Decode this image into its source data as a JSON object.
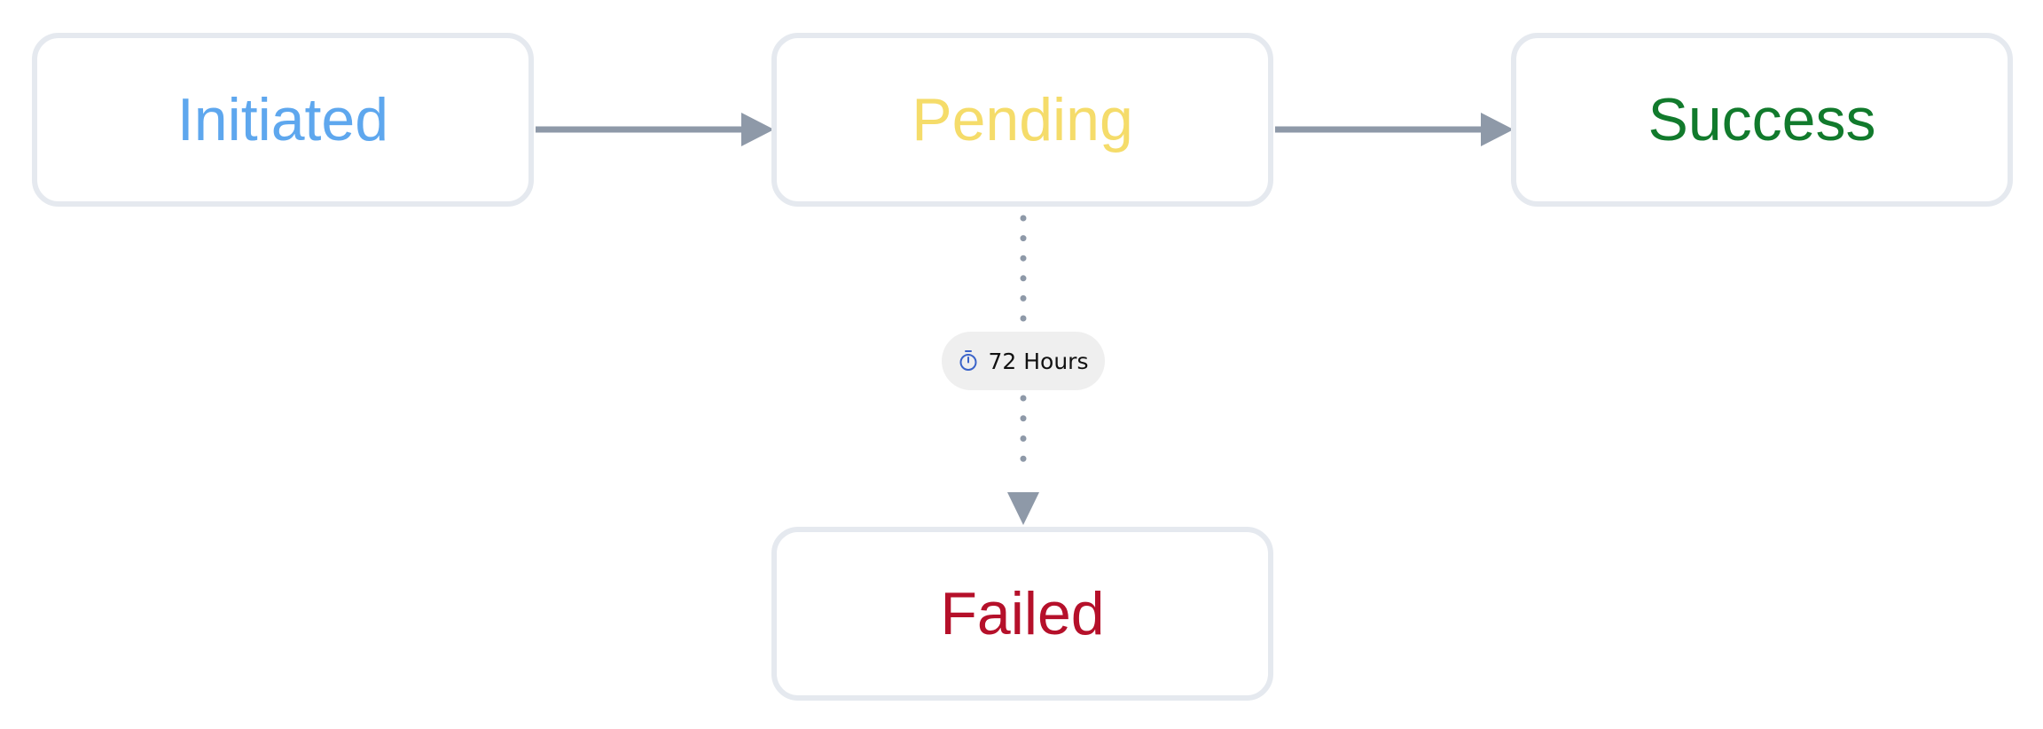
{
  "colors": {
    "node_border": "#e5e9ef",
    "edge": "#8e99a8",
    "badge_bg": "#efefef",
    "timer_icon": "#3a63c9"
  },
  "nodes": {
    "initiated": {
      "label": "Initiated",
      "color": "#5ea7ee"
    },
    "pending": {
      "label": "Pending",
      "color": "#f5dc6a"
    },
    "success": {
      "label": "Success",
      "color": "#117a2c"
    },
    "failed": {
      "label": "Failed",
      "color": "#b5102a"
    }
  },
  "timeout": {
    "icon": "stopwatch-icon",
    "label": "72 Hours"
  },
  "edges": [
    {
      "from": "initiated",
      "to": "pending",
      "style": "solid"
    },
    {
      "from": "pending",
      "to": "success",
      "style": "solid"
    },
    {
      "from": "pending",
      "to": "failed",
      "style": "dotted"
    }
  ]
}
